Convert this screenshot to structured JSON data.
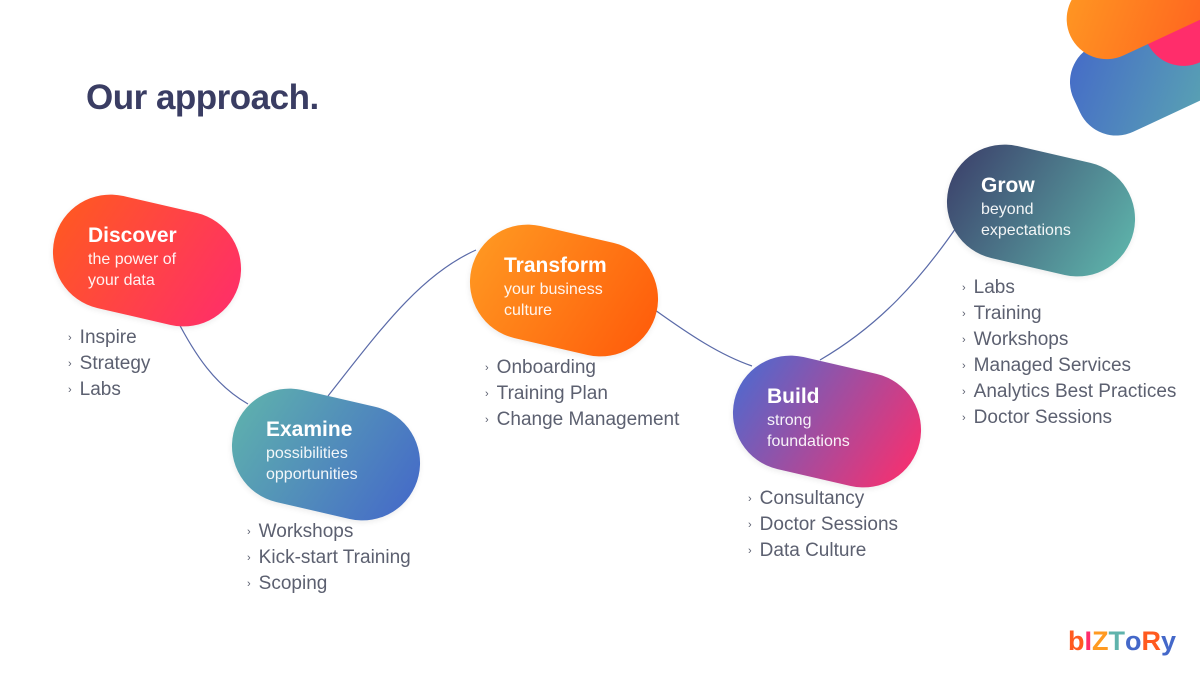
{
  "title": "Our approach.",
  "steps": [
    {
      "name": "Discover",
      "subtitle": [
        "the power of",
        "your data"
      ],
      "items": [
        "Inspire",
        "Strategy",
        "Labs"
      ],
      "colors": [
        "#ff5a1f",
        "#ff2d6b"
      ]
    },
    {
      "name": "Examine",
      "subtitle": [
        "possibilities",
        "opportunities"
      ],
      "items": [
        "Workshops",
        "Kick-start Training",
        "Scoping"
      ],
      "colors": [
        "#5fb3ac",
        "#4468c9"
      ]
    },
    {
      "name": "Transform",
      "subtitle": [
        "your business",
        "culture"
      ],
      "items": [
        "Onboarding",
        "Training Plan",
        "Change Management"
      ],
      "colors": [
        "#ff9a22",
        "#ff5a0a"
      ]
    },
    {
      "name": "Build",
      "subtitle": [
        "strong",
        "foundations"
      ],
      "items": [
        "Consultancy",
        "Doctor Sessions",
        "Data Culture"
      ],
      "colors": [
        "#4a6bd1",
        "#ff2d6b"
      ]
    },
    {
      "name": "Grow",
      "subtitle": [
        "beyond",
        "expectations"
      ],
      "items": [
        "Labs",
        "Training",
        "Workshops",
        "Managed Services",
        "Analytics Best Practices",
        "Doctor Sessions"
      ],
      "colors": [
        "#3b3f6a",
        "#5fb8ad"
      ]
    }
  ],
  "bullet_glyph": "›",
  "logo": {
    "letters": [
      "b",
      "I",
      "Z",
      "T",
      "o",
      "R",
      "y"
    ],
    "colors": [
      "#ff5a1f",
      "#ff2d6b",
      "#ff9a22",
      "#5fb3ac",
      "#4468c9",
      "#ff5a1f",
      "#4468c9"
    ]
  },
  "line_color": "#5a6aa8"
}
